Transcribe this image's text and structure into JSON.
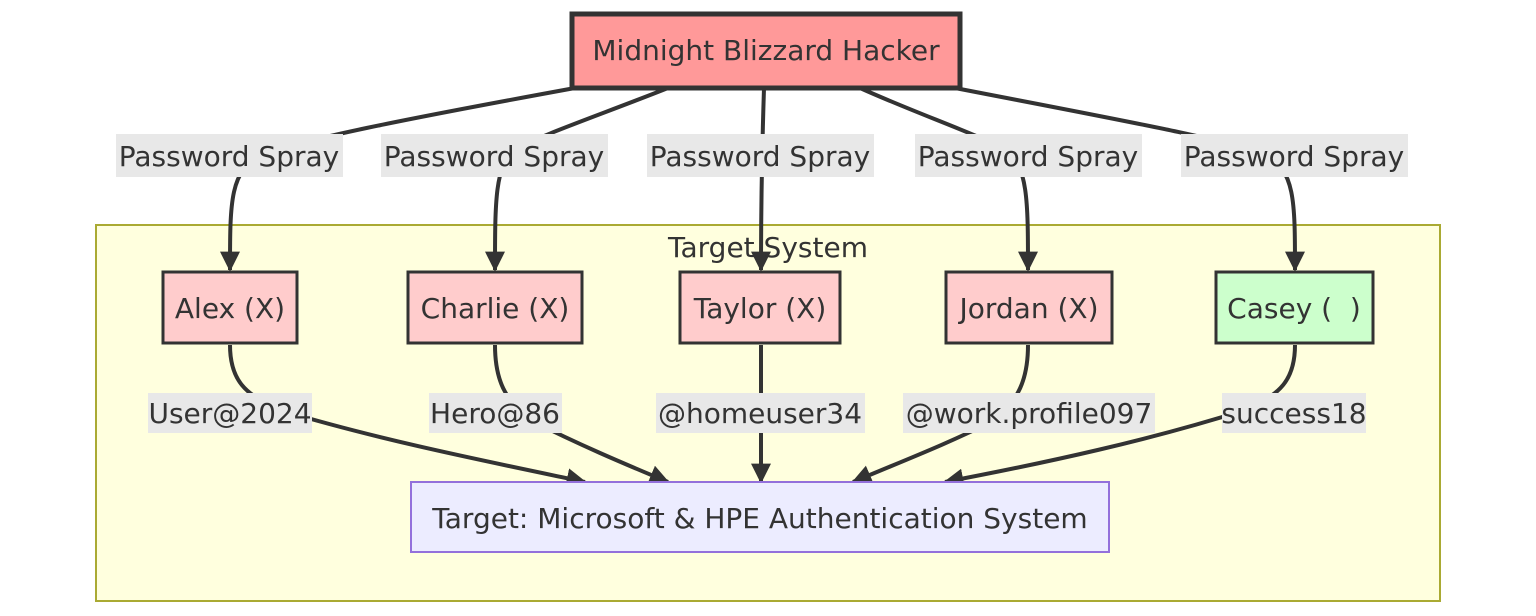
{
  "attacker": {
    "label": "Midnight Blizzard Hacker",
    "fill": "#ff9999",
    "stroke": "#333333"
  },
  "cluster": {
    "title": "Target System",
    "fill": "#ffffde",
    "stroke": "#aaaa33"
  },
  "accounts": [
    {
      "label": "Alex (X)",
      "spray_label": "Password Spray",
      "password": "User@2024",
      "fill": "#ffcccc"
    },
    {
      "label": "Charlie (X)",
      "spray_label": "Password Spray",
      "password": "Hero@86",
      "fill": "#ffcccc"
    },
    {
      "label": "Taylor (X)",
      "spray_label": "Password Spray",
      "password": "@homeuser34",
      "fill": "#ffcccc"
    },
    {
      "label": "Jordan (X)",
      "spray_label": "Password Spray",
      "password": "@work.profile097",
      "fill": "#ffcccc"
    },
    {
      "label": "Casey (  )",
      "spray_label": "Password Spray",
      "password": "success18",
      "fill": "#ccffcc"
    }
  ],
  "target": {
    "label": "Target: Microsoft & HPE Authentication System",
    "fill": "#ececff",
    "stroke": "#9370db"
  },
  "edge_label_bg": "#e8e8e8"
}
